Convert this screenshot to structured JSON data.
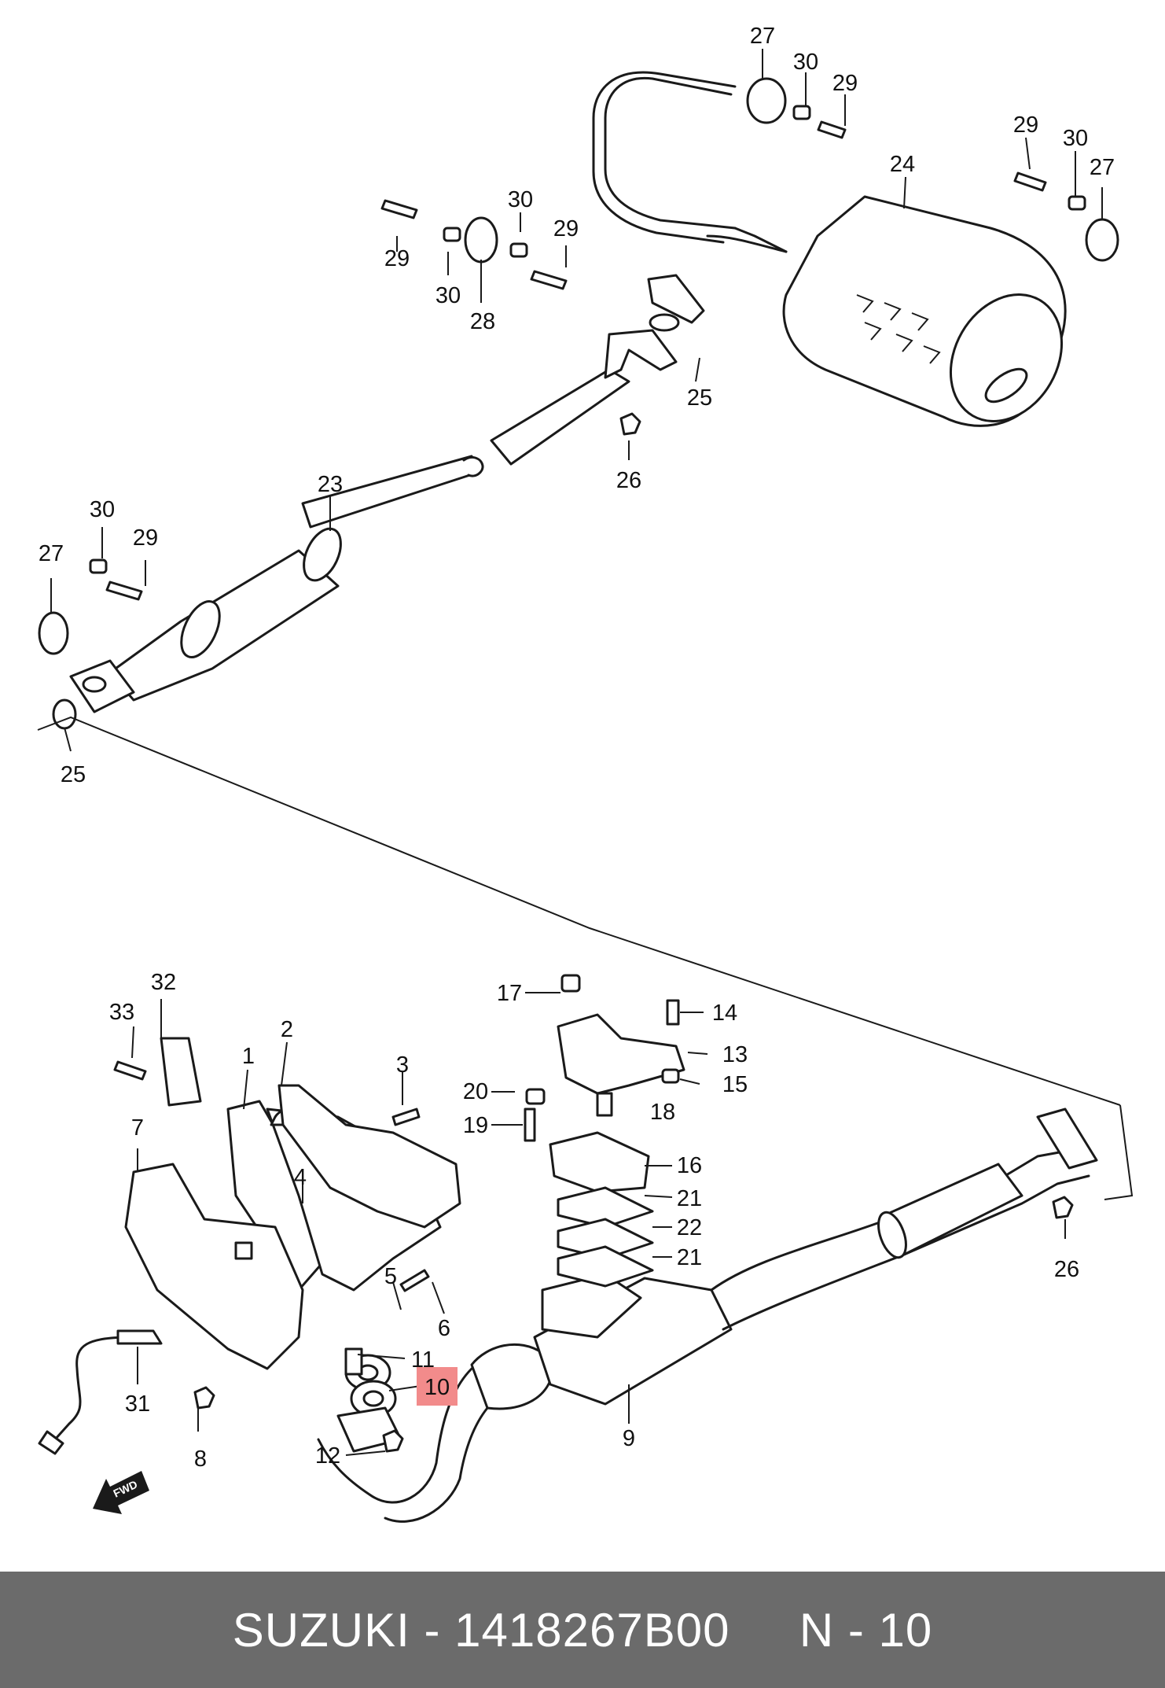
{
  "colors": {
    "highlight": "#f28b8b",
    "footer_bg": "#6b6b6b",
    "footer_text": "#ffffff",
    "line": "#1a1a1a"
  },
  "fwd_label": "FWD",
  "callouts": [
    {
      "id": "c27a",
      "text": "27"
    },
    {
      "id": "c30a",
      "text": "30"
    },
    {
      "id": "c29a",
      "text": "29"
    },
    {
      "id": "c24",
      "text": "24"
    },
    {
      "id": "c29b",
      "text": "29"
    },
    {
      "id": "c30b",
      "text": "30"
    },
    {
      "id": "c27b",
      "text": "27"
    },
    {
      "id": "c30c",
      "text": "30"
    },
    {
      "id": "c29c",
      "text": "29"
    },
    {
      "id": "c29d",
      "text": "29"
    },
    {
      "id": "c30d",
      "text": "30"
    },
    {
      "id": "c28",
      "text": "28"
    },
    {
      "id": "c25a",
      "text": "25"
    },
    {
      "id": "c26a",
      "text": "26"
    },
    {
      "id": "c23",
      "text": "23"
    },
    {
      "id": "c30e",
      "text": "30"
    },
    {
      "id": "c29e",
      "text": "29"
    },
    {
      "id": "c27c",
      "text": "27"
    },
    {
      "id": "c25b",
      "text": "25"
    },
    {
      "id": "c32",
      "text": "32"
    },
    {
      "id": "c33",
      "text": "33"
    },
    {
      "id": "c2",
      "text": "2"
    },
    {
      "id": "c1",
      "text": "1"
    },
    {
      "id": "c3",
      "text": "3"
    },
    {
      "id": "c7",
      "text": "7"
    },
    {
      "id": "c4",
      "text": "4"
    },
    {
      "id": "c5",
      "text": "5"
    },
    {
      "id": "c6",
      "text": "6"
    },
    {
      "id": "c17",
      "text": "17"
    },
    {
      "id": "c14",
      "text": "14"
    },
    {
      "id": "c13",
      "text": "13"
    },
    {
      "id": "c15",
      "text": "15"
    },
    {
      "id": "c20",
      "text": "20"
    },
    {
      "id": "c18",
      "text": "18"
    },
    {
      "id": "c19",
      "text": "19"
    },
    {
      "id": "c16",
      "text": "16"
    },
    {
      "id": "c21a",
      "text": "21"
    },
    {
      "id": "c22",
      "text": "22"
    },
    {
      "id": "c21b",
      "text": "21"
    },
    {
      "id": "c26b",
      "text": "26"
    },
    {
      "id": "c11",
      "text": "11"
    },
    {
      "id": "c10",
      "text": "10",
      "highlighted": true
    },
    {
      "id": "c9",
      "text": "9"
    },
    {
      "id": "c12",
      "text": "12"
    },
    {
      "id": "c31",
      "text": "31"
    },
    {
      "id": "c8",
      "text": "8"
    }
  ],
  "footer": {
    "text": "SUZUKI - 1418267B00     N - 10"
  }
}
